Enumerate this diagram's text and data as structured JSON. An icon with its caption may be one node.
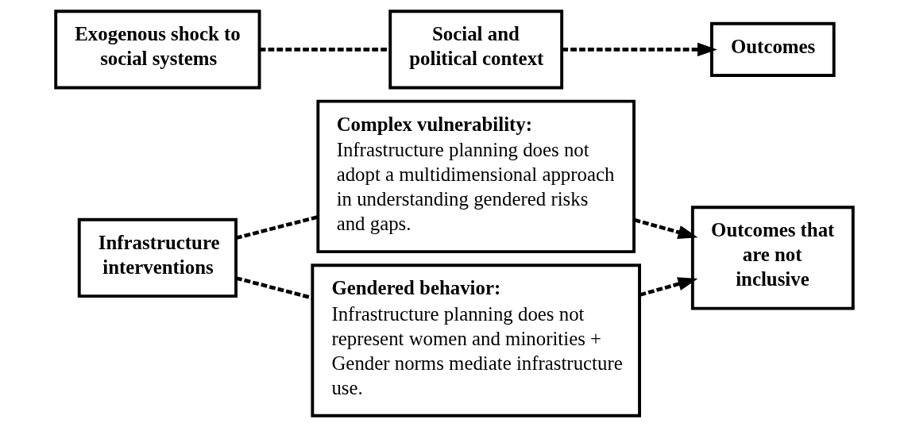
{
  "diagram": {
    "nodes": [
      {
        "text": [
          "Exogenous shock to social systems"
        ]
      },
      {
        "text": [
          "Social and political context"
        ]
      },
      {
        "text": [
          "Outcomes"
        ]
      },
      {
        "text": [
          "Infrastructure interventions"
        ]
      },
      {
        "text": [
          "Complex vulnerability:",
          "Infrastructure planning does not adopt a multidimensional approach in understanding gendered risks and gaps."
        ]
      },
      {
        "text": [
          "Gendered behavior:",
          "Infrastructure planning does not represent women and minorities + Gender norms mediate infrastructure use."
        ]
      },
      {
        "text": [
          "Outcomes that are not inclusive"
        ]
      }
    ],
    "edges": [
      {
        "from": 0,
        "to": 1,
        "arrow": "none",
        "style": "dashed"
      },
      {
        "from": 1,
        "to": 2,
        "arrow": "to",
        "style": "dashed"
      },
      {
        "from": 3,
        "to": 4,
        "arrow": "none",
        "style": "dashed"
      },
      {
        "from": 3,
        "to": 5,
        "arrow": "none",
        "style": "dashed"
      },
      {
        "from": 4,
        "to": 6,
        "arrow": "to",
        "style": "dashed"
      },
      {
        "from": 5,
        "to": 6,
        "arrow": "to",
        "style": "dashed"
      }
    ]
  }
}
